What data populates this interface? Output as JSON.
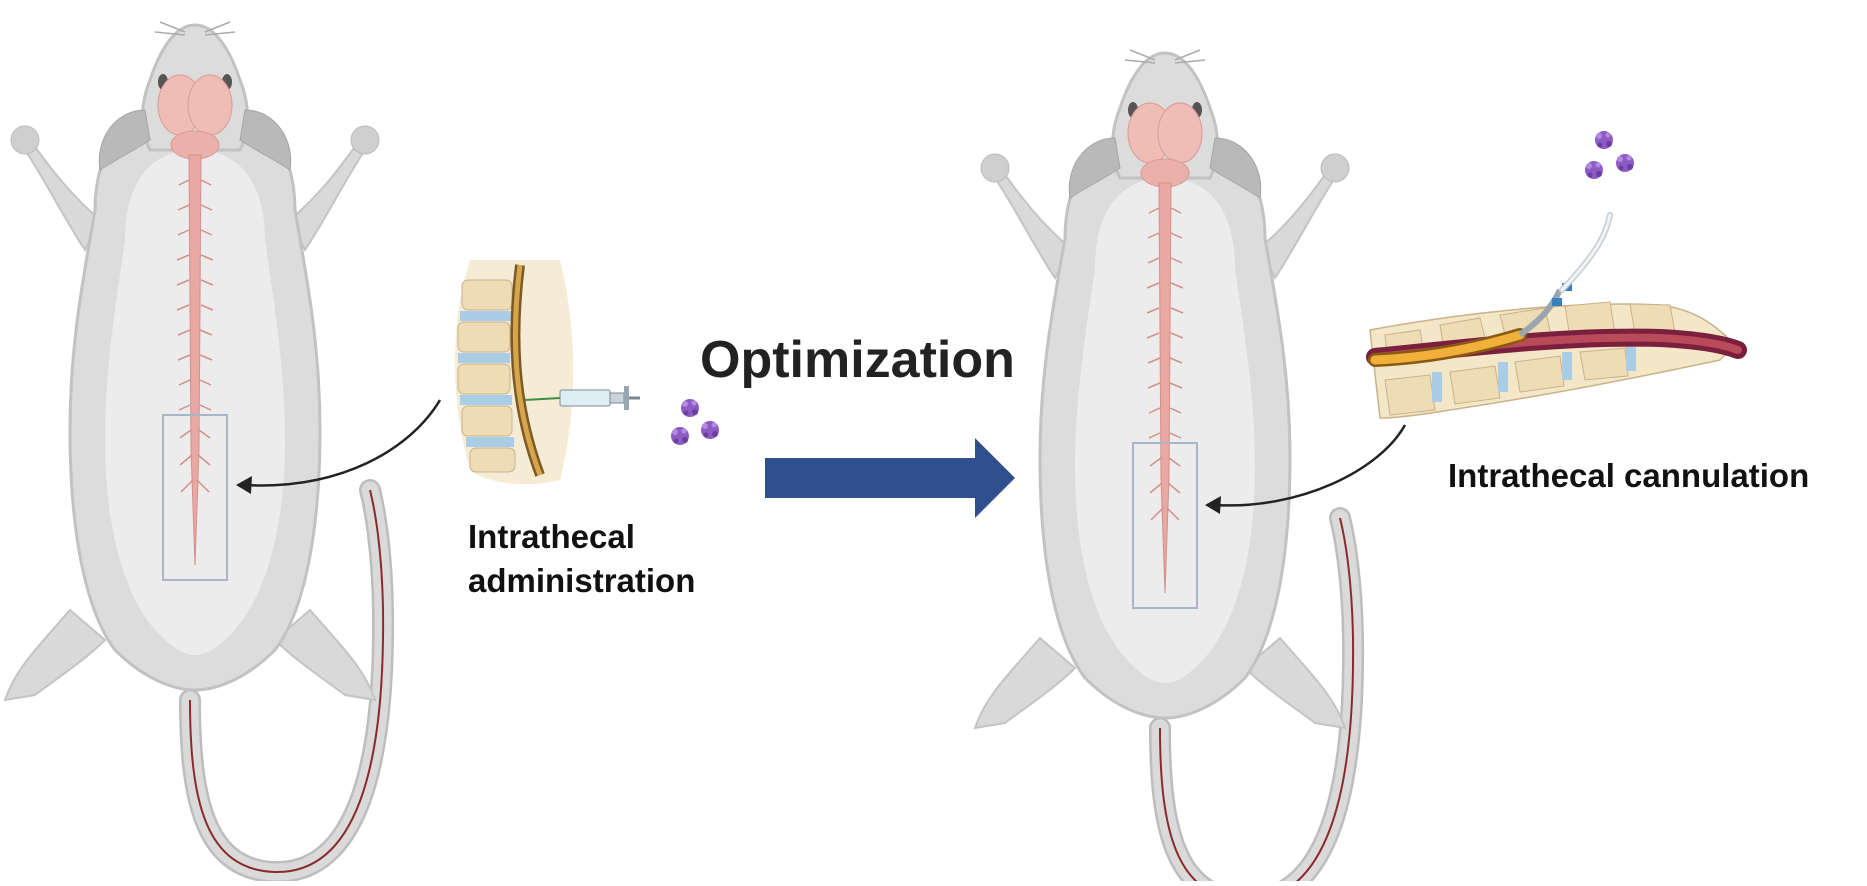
{
  "labels": {
    "optimization": "Optimization",
    "left_method": "Intrathecal administration",
    "right_method": "Intrathecal cannulation"
  },
  "colors": {
    "arrow": "#2f4f8f",
    "body": "#e4e4e4",
    "outline": "#c9c9c9",
    "spinal_cord": "#e9a8a3",
    "brain": "#f0bcb6",
    "tail": "#d5d5d5",
    "tail_vessel": "#8b2a2a",
    "drug_particles": "#8e5ac4",
    "vertebra": "#eddcb6",
    "disc": "#a9cde6",
    "catheter": "#f0b03a"
  },
  "icons": {
    "main_arrow": "right-arrow-icon",
    "curved_arrow": "curved-arrow-icon",
    "syringe": "syringe-icon",
    "particles": "molecule-icon"
  }
}
